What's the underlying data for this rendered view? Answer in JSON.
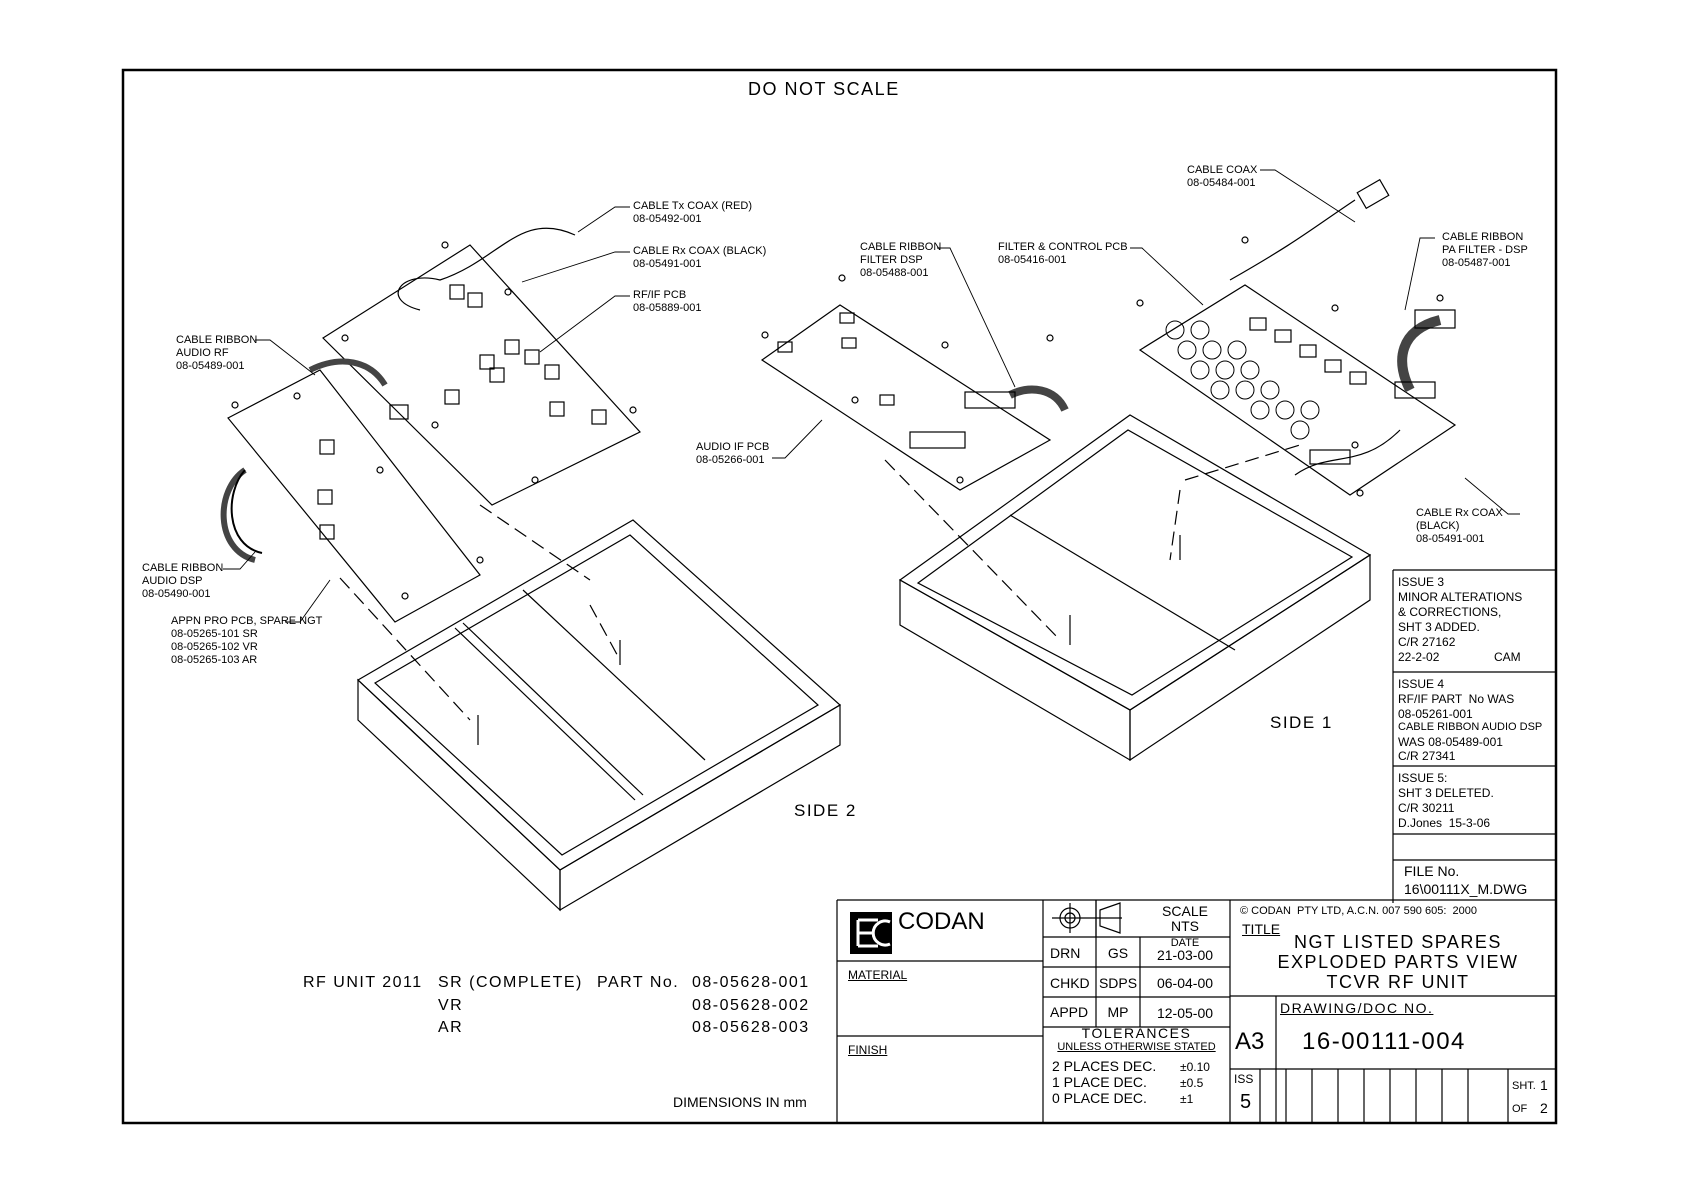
{
  "header": {
    "do_not_scale": "DO NOT SCALE"
  },
  "callouts": {
    "cable_tx_coax": [
      "CABLE Tx COAX (RED)",
      "08-05492-001"
    ],
    "cable_rx_coax_left": [
      "CABLE Rx COAX (BLACK)",
      "08-05491-001"
    ],
    "rf_if_pcb": [
      "RF/IF PCB",
      "08-05889-001"
    ],
    "cable_ribbon_audio_rf": [
      "CABLE RIBBON",
      "AUDIO RF",
      "08-05489-001"
    ],
    "cable_ribbon_audio_dsp": [
      "CABLE RIBBON",
      "AUDIO DSP",
      "08-05490-001"
    ],
    "appn_pro_pcb": [
      "APPN PRO PCB, SPARE NGT",
      "08-05265-101 SR",
      "08-05265-102 VR",
      "08-05265-103 AR"
    ],
    "cable_ribbon_filter_dsp": [
      "CABLE RIBBON",
      "FILTER DSP",
      "08-05488-001"
    ],
    "filter_control_pcb": [
      "FILTER & CONTROL PCB",
      "08-05416-001"
    ],
    "cable_coax": [
      "CABLE COAX",
      "08-05484-001"
    ],
    "cable_ribbon_pa_filter": [
      "CABLE RIBBON",
      "PA FILTER - DSP",
      "08-05487-001"
    ],
    "audio_if_pcb": [
      "AUDIO IF PCB",
      "08-05266-001"
    ],
    "cable_rx_coax_right": [
      "CABLE Rx COAX",
      "(BLACK)",
      "08-05491-001"
    ]
  },
  "view_labels": {
    "side_1": "SIDE 1",
    "side_2": "SIDE 2"
  },
  "issues": [
    {
      "lines": [
        "ISSUE 3",
        "MINOR ALTERATIONS",
        "& CORRECTIONS,",
        "SHT 3 ADDED.",
        "C/R 27162"
      ],
      "date": "22-2-02",
      "initials": "CAM"
    },
    {
      "lines": [
        "ISSUE 4",
        "RF/IF PART  No WAS",
        "08-05261-001",
        "CABLE RIBBON AUDIO DSP",
        "WAS 08-05489-001",
        "C/R 27341"
      ]
    },
    {
      "lines": [
        "ISSUE 5:",
        "SHT 3 DELETED.",
        "C/R 30211",
        "D.Jones  15-3-06"
      ]
    }
  ],
  "file_no": {
    "label": "FILE No.",
    "value": "16\\00111X_M.DWG"
  },
  "parts": {
    "prefix": "RF UNIT 2011",
    "part_no_label": "PART No.",
    "rows": [
      {
        "variant": "SR (COMPLETE)",
        "part": "08-05628-001"
      },
      {
        "variant": "VR",
        "part": "08-05628-002"
      },
      {
        "variant": "AR",
        "part": "08-05628-003"
      }
    ],
    "dimensions": "DIMENSIONS IN mm"
  },
  "title_block": {
    "company": "CODAN",
    "material_label": "MATERIAL",
    "finish_label": "FINISH",
    "scale_label": "SCALE",
    "scale_value": "NTS",
    "date_label": "DATE",
    "approvals": [
      {
        "role": "DRN",
        "initials": "GS",
        "date": "21-03-00"
      },
      {
        "role": "CHKD",
        "initials": "SDPS",
        "date": "06-04-00"
      },
      {
        "role": "APPD",
        "initials": "MP",
        "date": "12-05-00"
      }
    ],
    "tolerances_label": "TOLERANCES",
    "tolerances_sub": "UNLESS OTHERWISE STATED",
    "tolerances": [
      {
        "label": "2 PLACES DEC.",
        "value": "±0.10"
      },
      {
        "label": "1 PLACE DEC.",
        "value": "±0.5"
      },
      {
        "label": "0 PLACE DEC.",
        "value": "±1"
      }
    ],
    "copyright": "© CODAN  PTY LTD, A.C.N. 007 590 605:  2000",
    "title_label": "TITLE",
    "title_lines": [
      "NGT LISTED SPARES",
      "EXPLODED PARTS VIEW",
      "TCVR RF UNIT"
    ],
    "doc_label": "DRAWING/DOC NO.",
    "sheet_size": "A3",
    "doc_no": "16-00111-004",
    "iss_label": "ISS",
    "iss_value": "5",
    "sht_label": "SHT.",
    "sht_value": "1",
    "of_label": "OF",
    "of_value": "2"
  }
}
